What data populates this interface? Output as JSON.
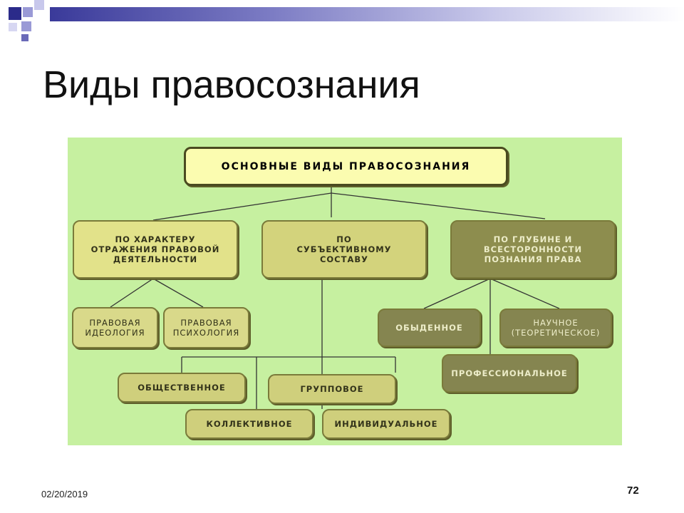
{
  "slide": {
    "title": "Виды правосознания",
    "date": "02/20/2019",
    "page_number": "72"
  },
  "diagram": {
    "root": "ОСНОВНЫЕ ВИДЫ ПРАВОСОЗНАНИЯ",
    "categories": [
      {
        "label": "ПО ХАРАКТЕРУ\nОТРАЖЕНИЯ ПРАВОВОЙ\nДЕЯТЕЛЬНОСТИ",
        "children": [
          "ПРАВОВАЯ\nИДЕОЛОГИЯ",
          "ПРАВОВАЯ\nПСИХОЛОГИЯ"
        ]
      },
      {
        "label": "ПО\nСУБЪЕКТИВНОМУ\nСОСТАВУ",
        "children": [
          "ОБЩЕСТВЕННОЕ",
          "ГРУППОВОЕ",
          "КОЛЛЕКТИВНОЕ",
          "ИНДИВИДУАЛЬНОЕ"
        ]
      },
      {
        "label": "ПО ГЛУБИНЕ И\nВСЕСТОРОННОСТИ\nПОЗНАНИЯ ПРАВА",
        "children": [
          "ОБЫДЕННОЕ",
          "НАУЧНОЕ\n(ТЕОРЕТИЧЕСКОЕ)",
          "ПРОФЕССИОНАЛЬНОЕ"
        ]
      }
    ]
  },
  "colors": {
    "diagram_background": "#c6f0a0",
    "root_box": "#fbfcb0",
    "title_bar": "#3a3a9a"
  }
}
